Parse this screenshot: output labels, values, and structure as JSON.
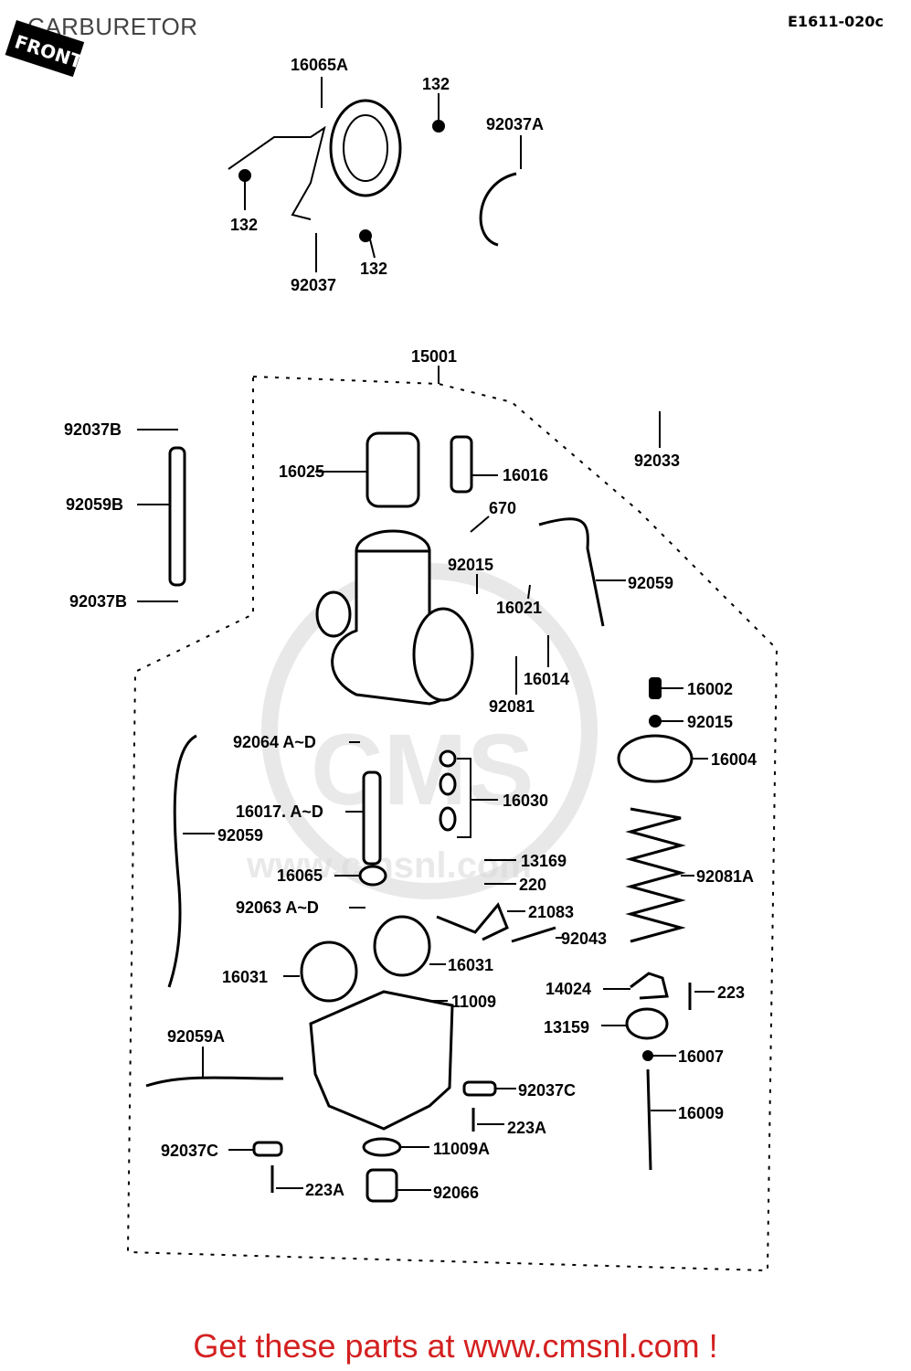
{
  "page": {
    "title": "CARBURETOR",
    "diagram_code": "E1611-020c",
    "front_marker": "FRONT",
    "footer": "Get these parts at www.cmsnl.com !"
  },
  "watermark": {
    "brand": "CMS",
    "url": "www.cmsnl.com"
  },
  "parts": {
    "p16065A": "16065A",
    "p132a": "132",
    "p132b": "132",
    "p132c": "132",
    "p92037A": "92037A",
    "p92037": "92037",
    "p15001": "15001",
    "p92037B_top": "92037B",
    "p92059B": "92059B",
    "p92037B_bot": "92037B",
    "p16025": "16025",
    "p16016": "16016",
    "p92033": "92033",
    "p670": "670",
    "p92015a": "92015",
    "p92059a": "92059",
    "p16021": "16021",
    "p16014": "16014",
    "p92081": "92081",
    "p16002": "16002",
    "p92015b": "92015",
    "p16004": "16004",
    "p92064": "92064  A~D",
    "p16030": "16030",
    "p16017": "16017. A~D",
    "p92059b": "92059",
    "p13169": "13169",
    "p92081A": "92081A",
    "p16065": "16065",
    "p220": "220",
    "p92063": "92063  A~D",
    "p21083": "21083",
    "p92043": "92043",
    "p16031a": "16031",
    "p16031b": "16031",
    "p11009": "11009",
    "p14024": "14024",
    "p223": "223",
    "p13159": "13159",
    "p16007": "16007",
    "p92059A": "92059A",
    "p92037C_r": "92037C",
    "p16009": "16009",
    "p223A_r": "223A",
    "p92037C_l": "92037C",
    "p11009A": "11009A",
    "p223A_l": "223A",
    "p92066": "92066"
  }
}
